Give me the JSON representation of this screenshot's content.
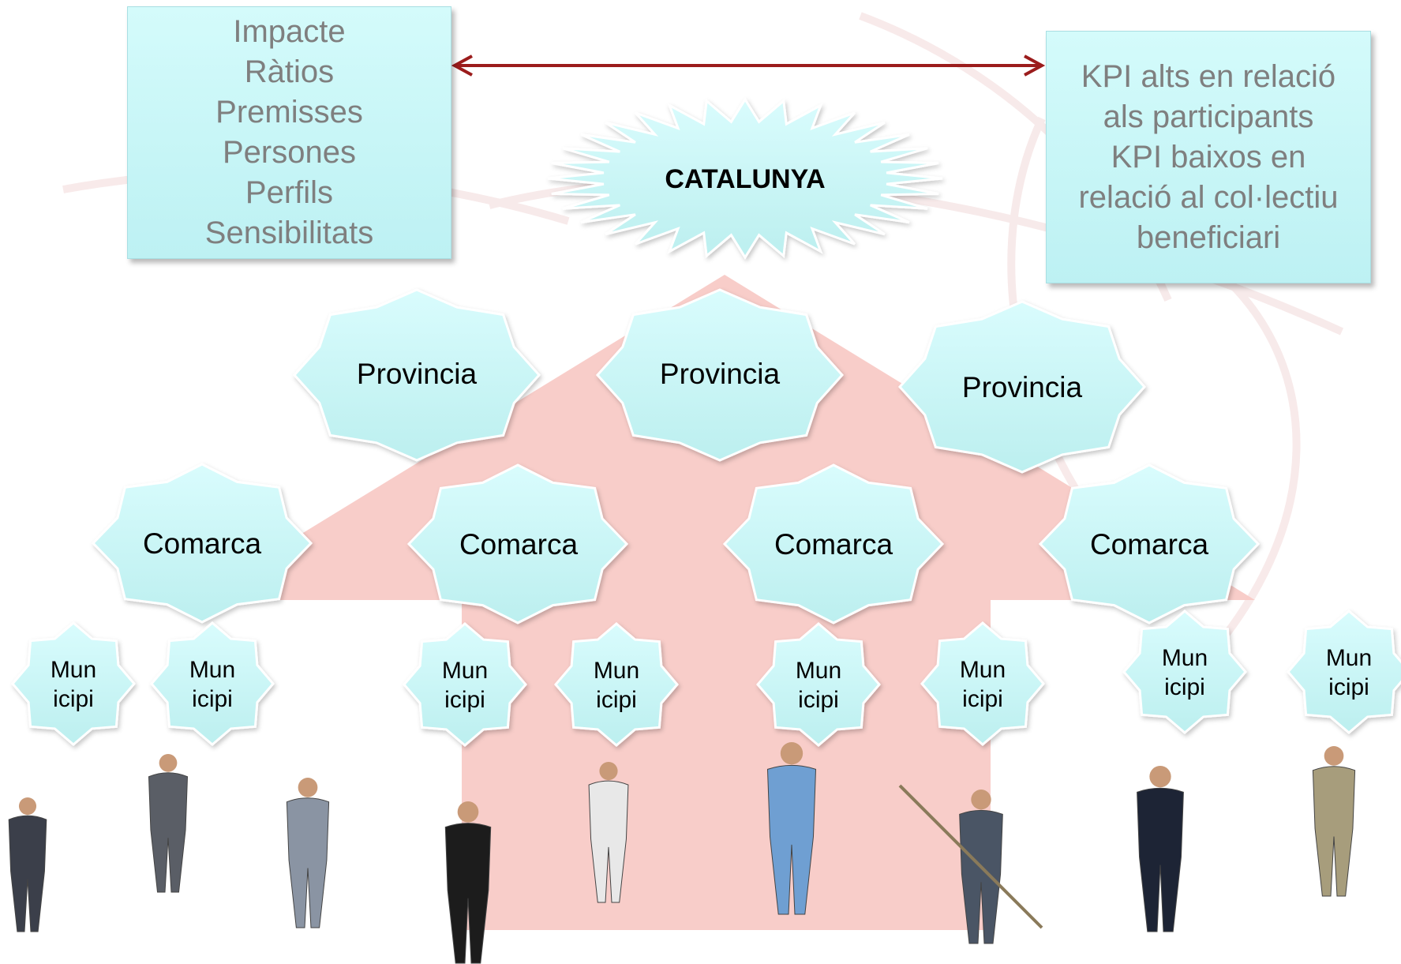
{
  "left_box": {
    "lines": [
      "Impacte",
      "Ràtios",
      "Premisses",
      "Persones",
      "Perfils",
      "Sensibilitats"
    ]
  },
  "right_box": {
    "lines": [
      "KPI alts en relació",
      "als participants",
      "KPI baixos en",
      "relació al col·lectiu",
      "beneficiari"
    ]
  },
  "center": {
    "label": "CATALUNYA"
  },
  "provinces": [
    "Provincia",
    "Provincia",
    "Provincia"
  ],
  "comarques": [
    "Comarca",
    "Comarca",
    "Comarca",
    "Comarca"
  ],
  "municipis": [
    [
      "Mun",
      "icipi"
    ],
    [
      "Mun",
      "icipi"
    ],
    [
      "Mun",
      "icipi"
    ],
    [
      "Mun",
      "icipi"
    ],
    [
      "Mun",
      "icipi"
    ],
    [
      "Mun",
      "icipi"
    ],
    [
      "Mun",
      "icipi"
    ],
    [
      "Mun",
      "icipi"
    ]
  ],
  "people": [
    "businessman-with-phone",
    "businesswoman-on-phone",
    "plumber-with-wrench",
    "woman-with-smartphone",
    "chef",
    "doctor-with-clipboard",
    "farmer-with-pitchfork",
    "woman-in-dress",
    "man-with-briefcase"
  ],
  "colors": {
    "cloud_fill": "#c8f5f6",
    "house_fill": "#f7c9c4",
    "arrow": "#9b1c1c"
  }
}
